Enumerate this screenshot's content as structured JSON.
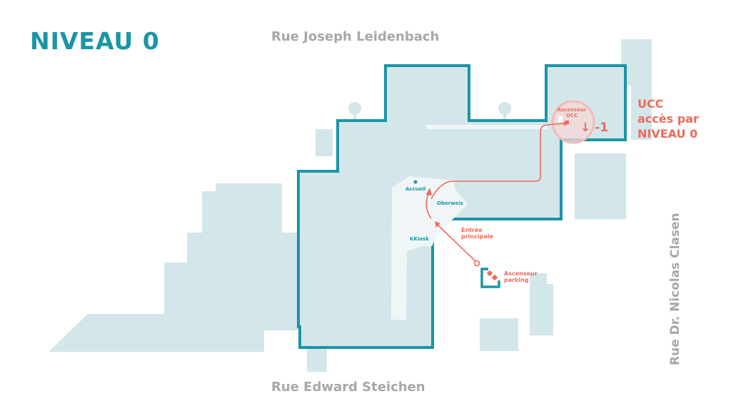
{
  "title": "NIVEAU 0",
  "streets": {
    "north": "Rue Joseph Leidenbach",
    "south": "Rue Edward Steichen",
    "east": "Rue Dr. Nicolas Clasen"
  },
  "points_of_interest": {
    "accueil": "Accueil",
    "oberweis": "Oberweis",
    "kkiosk": "KKiosk",
    "entree_line1": "Entrée",
    "entree_line2": "principale",
    "ascenseur_parking_line1": "Ascenseur",
    "ascenseur_parking_line2": "parking",
    "ascenseur_ucc_line1": "Ascenseur",
    "ascenseur_ucc_line2": "UCC",
    "ucc_level": "↓ -1"
  },
  "ucc_callout": {
    "line1": "UCC",
    "line2": "accès par",
    "line3": "NIVEAU 0"
  },
  "colors": {
    "outline": "#1a95a6",
    "building_fill": "#d3e6ea",
    "surrounding": "#d3e6ea",
    "lobby": "#f0f6f7",
    "route": "#ef6a5a",
    "title": "#1a95a6",
    "street": "#a7a7a7"
  },
  "icons": [
    "elevator-icon",
    "tree-icon",
    "route-arrow-icon"
  ]
}
